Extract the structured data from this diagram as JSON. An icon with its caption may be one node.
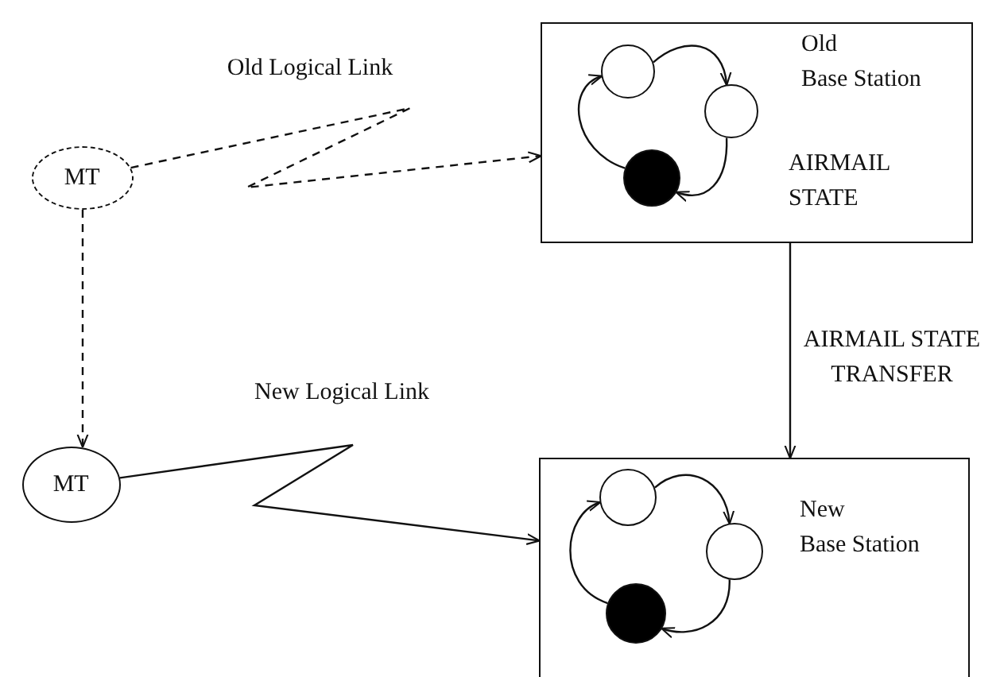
{
  "diagram": {
    "nodes": [
      {
        "text": [
          "MT"
        ]
      },
      {
        "text": [
          "Old Base Station",
          "AIRMAIL STATE"
        ]
      },
      {
        "text": [],
        "shape": "circle",
        "in": 1
      },
      {
        "text": [],
        "shape": "circle",
        "in": 1
      },
      {
        "text": [],
        "shape": "circle",
        "in": 1
      },
      {
        "text": [
          "MT"
        ]
      },
      {
        "text": [
          "New Base Station"
        ]
      },
      {
        "text": [],
        "shape": "circle",
        "in": 6
      },
      {
        "text": [],
        "shape": "circle",
        "in": 6
      },
      {
        "text": [],
        "shape": "circle",
        "in": 6
      }
    ],
    "edges": [
      {
        "from": 0,
        "to": 1,
        "arrow": "to",
        "label": "Old Logical Link",
        "style": "dashed"
      },
      {
        "from": 0,
        "to": 5,
        "arrow": "to",
        "style": "dashed"
      },
      {
        "from": 1,
        "to": 6,
        "arrow": "to",
        "label": "AIRMAIL STATE TRANSFER"
      },
      {
        "from": 5,
        "to": 6,
        "arrow": "to",
        "label": "New Logical Link"
      },
      {
        "from": 2,
        "to": 3,
        "arrow": "to"
      },
      {
        "from": 3,
        "to": 4,
        "arrow": "to"
      },
      {
        "from": 4,
        "to": 2,
        "arrow": "to"
      },
      {
        "from": 7,
        "to": 8,
        "arrow": "to"
      },
      {
        "from": 8,
        "to": 9,
        "arrow": "to"
      },
      {
        "from": 9,
        "to": 7,
        "arrow": "to"
      }
    ]
  }
}
